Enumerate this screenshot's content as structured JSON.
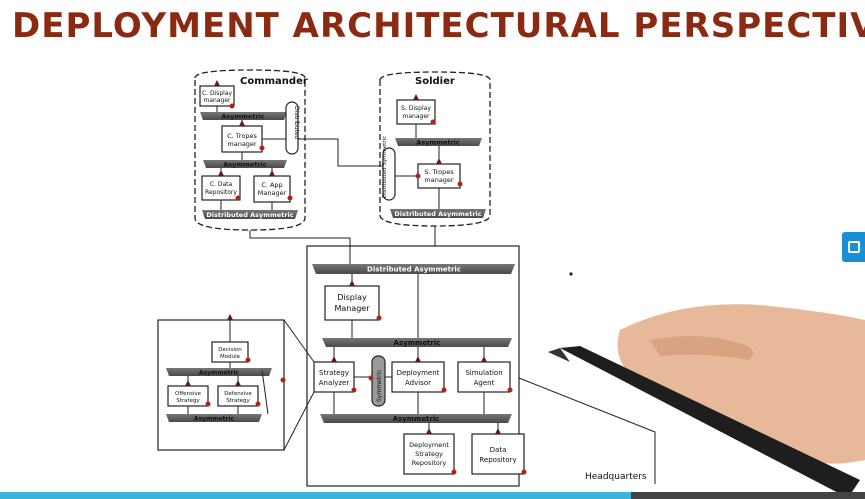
{
  "title": "DEPLOYMENT ARCHITECTURAL PERSPECTIVE",
  "progress_fraction": 0.73,
  "labels": {
    "commander": "Commander",
    "soldier": "Soldier",
    "c_display_manager": [
      "C. Display",
      "manager"
    ],
    "asymmetric": "Asymmetric",
    "c_tropes_manager": [
      "C. Tropes",
      "manager"
    ],
    "distributed": "Distributed",
    "symmetric": "Symmetric",
    "c_data_repository": [
      "C. Data",
      "Repository"
    ],
    "c_app_manager": [
      "C. App",
      "Manager"
    ],
    "distributed_asymmetric": "Distributed Asymmetric",
    "s_display_manager": [
      "S. Display",
      "manager"
    ],
    "distributed_symmetric": "Distributed Symmetric",
    "s_tropes_manager": [
      "S. Tropes",
      "manager"
    ],
    "display_manager": [
      "Display",
      "Manager"
    ],
    "strategy_analyzer": [
      "Strategy",
      "Analyzer"
    ],
    "deployment_advisor": [
      "Deployment",
      "Advisor"
    ],
    "simulation_agent": [
      "Simulation",
      "Agent"
    ],
    "decision_module": [
      "Decision",
      "Module"
    ],
    "offensive_strategy": [
      "Offensive",
      "Strategy"
    ],
    "defensive_strategy": [
      "Defensive",
      "Strategy"
    ],
    "deployment_strategy_repository": [
      "Deployment",
      "Strategy",
      "Repository"
    ],
    "data_repository": [
      "Data",
      "Repository"
    ],
    "headquarters": "Headquarters"
  }
}
